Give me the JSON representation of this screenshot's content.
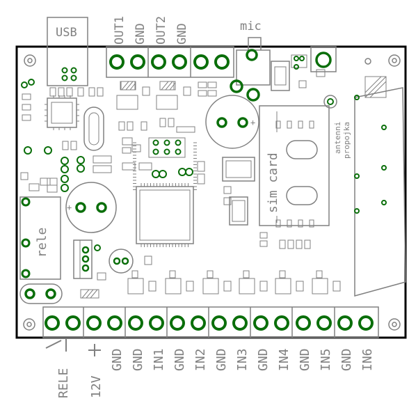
{
  "labels": {
    "usb": "USB",
    "mic": "mic",
    "sim_card": "sim card",
    "rele": "rele",
    "antenna_line1": "antenni",
    "antenna_line2": "propojka",
    "top_terminals": [
      "OUT1",
      "GND",
      "OUT2",
      "GND"
    ],
    "bottom_terminals": [
      "RELE",
      "12V",
      "GND",
      "GND",
      "IN1",
      "GND",
      "IN2",
      "GND",
      "IN3",
      "GND",
      "IN4",
      "GND",
      "IN5",
      "GND",
      "IN6"
    ],
    "relay_symbol": "/|",
    "plus_sign": "+"
  },
  "colors": {
    "outline": "#000000",
    "silkscreen": "#808080",
    "pad": "#0a6e0a",
    "background": "#ffffff"
  }
}
